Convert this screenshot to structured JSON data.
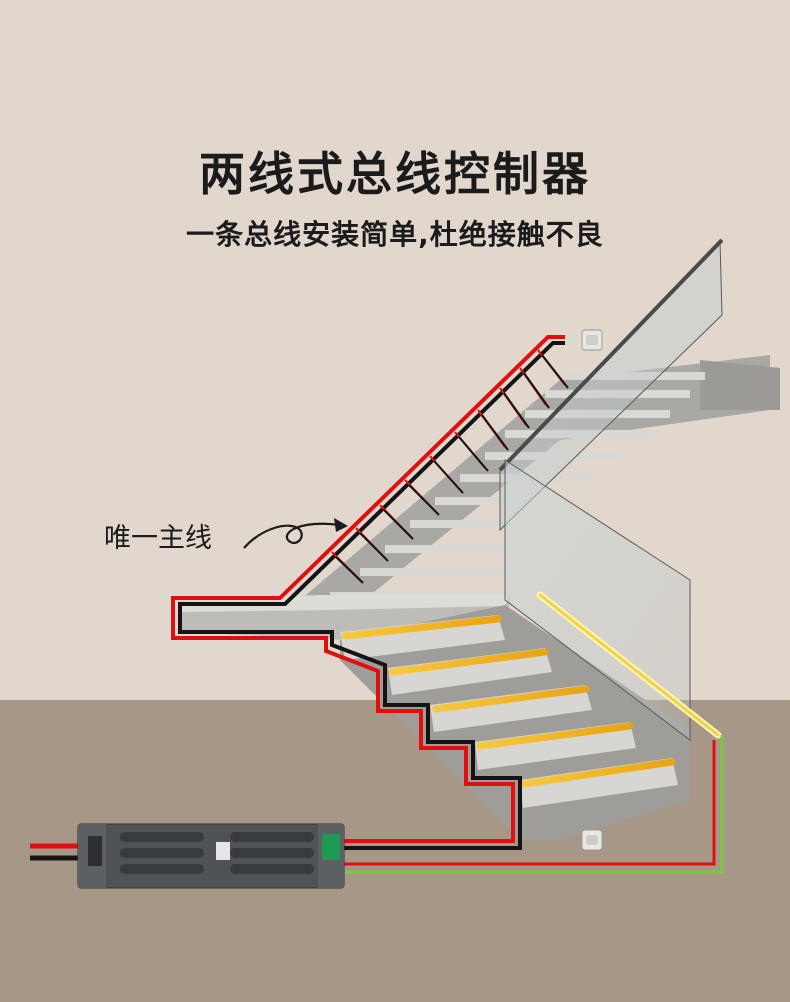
{
  "headline": "两线式总线控制器",
  "subline": "一条总线安装简单,杜绝接触不良",
  "callout": "唯一主线",
  "colors": {
    "wall": "#e2d7cd",
    "floor": "#a79787",
    "bus_red": "#e01010",
    "bus_black": "#141414",
    "signal_green": "#7ac943",
    "led_amber": "#f2b21c",
    "controller": "#4f5257"
  },
  "icons": [
    "sensor-icon",
    "controller-device",
    "arrow-icon"
  ]
}
